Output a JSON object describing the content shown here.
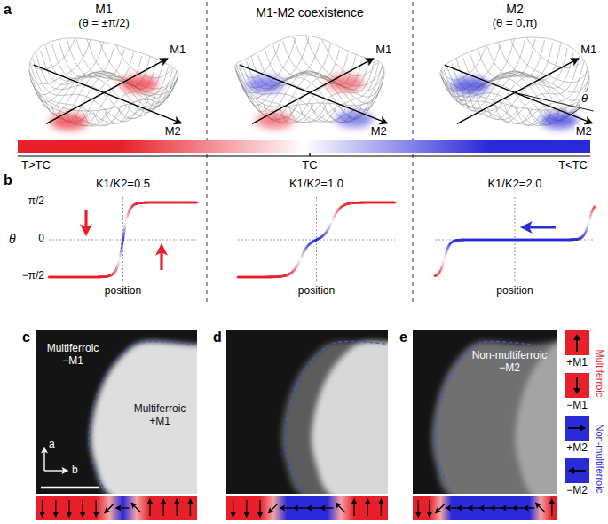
{
  "diagram": {
    "labels": [
      "a",
      "M1",
      "(θ = ±π/2)",
      "M1-M2 coexistence",
      "M2",
      "(θ = 0,π)",
      "M1",
      "M2",
      "M1",
      "M2",
      "M1",
      "M2",
      "θ",
      "T>TC",
      "TC",
      "T<TC",
      "b",
      "K1/K2=0.5",
      "K1/K2=1.0",
      "K1/K2=2.0",
      "θ",
      "π/2",
      "0",
      "−π/2",
      "position",
      "position",
      "position",
      "c",
      "d",
      "e",
      "Multiferroic −M1",
      "Multiferroic +M1",
      "a",
      "b",
      "Non-multiferroic −M2",
      "Multiferroic",
      "Non-multiferroic"
    ],
    "legend": [
      {
        "text": "+M1",
        "color": "#e8202a"
      },
      {
        "text": "−M1",
        "color": "#e8202a"
      },
      {
        "text": "+M2",
        "color": "#2a2ad8"
      },
      {
        "text": "−M2",
        "color": "#2a2ad8"
      }
    ]
  }
}
